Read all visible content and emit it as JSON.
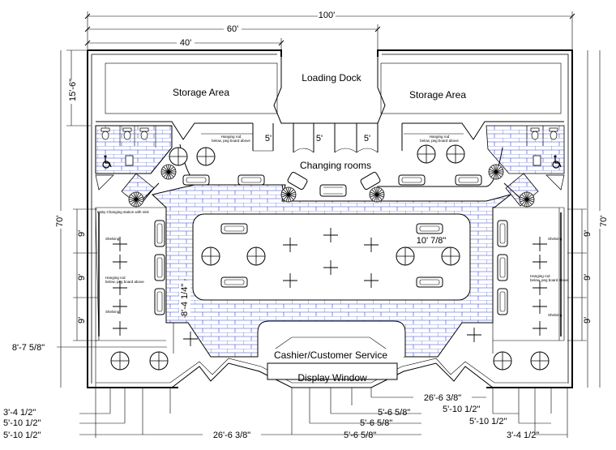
{
  "rooms": {
    "storage_left": "Storage Area",
    "storage_right": "Storage Area",
    "loading_dock": "Loading Dock",
    "changing_rooms": "Changing rooms",
    "cashier": "Cashier/Customer Service",
    "display_window": "Display Window"
  },
  "dimensions": {
    "overall_width": "100'",
    "width_60": "60'",
    "width_40": "40'",
    "depth_storage": "15'-6\"",
    "overall_depth_left": "70'",
    "overall_depth_right": "70'",
    "bay_left_1": "9'",
    "bay_left_2": "9'",
    "bay_left_3": "9'",
    "bay_right_1": "9'",
    "bay_right_2": "9'",
    "bay_right_3": "9'",
    "changing_1": "5'",
    "changing_2": "5'",
    "changing_3": "5'",
    "center_width": "10' 7/8\"",
    "center_depth": "8'-4 1/4\"",
    "corner_left": "8'-7 5/8\"",
    "bottom_left_1": "3'-4 1/2\"",
    "bottom_left_2": "5'-10 1/2\"",
    "bottom_left_3": "5'-10 1/2\"",
    "bottom_mid_left": "26'-6 3/8\"",
    "bottom_mid_right": "26'-6 3/8\"",
    "bottom_center_1": "5'-6 5/8\"",
    "bottom_center_2": "5'-6 5/8\"",
    "bottom_center_3": "5'-6 5/8\"",
    "bottom_right_1": "5'-10 1/2\"",
    "bottom_right_2": "5'-10 1/2\"",
    "bottom_right_3": "3'-4 1/2\""
  },
  "notes": {
    "hanging_rod_top_left": "Hanging rod",
    "hanging_rod_top_left_sub": "below, peg board above",
    "hanging_rod_top_right": "Hanging rod",
    "hanging_rod_top_right_sub": "below, peg board above",
    "shelving_left_1": "Shelving",
    "shelving_left_2": "Shelving",
    "hanging_rod_left": "Hanging rod",
    "hanging_rod_left_sub": "below, peg board above",
    "shelving_right_1": "Shelving",
    "shelving_right_2": "Shelving",
    "hanging_rod_right": "Hanging rod",
    "hanging_rod_right_sub": "below, peg board above",
    "baby_station": "Baby Changing station with sink"
  }
}
